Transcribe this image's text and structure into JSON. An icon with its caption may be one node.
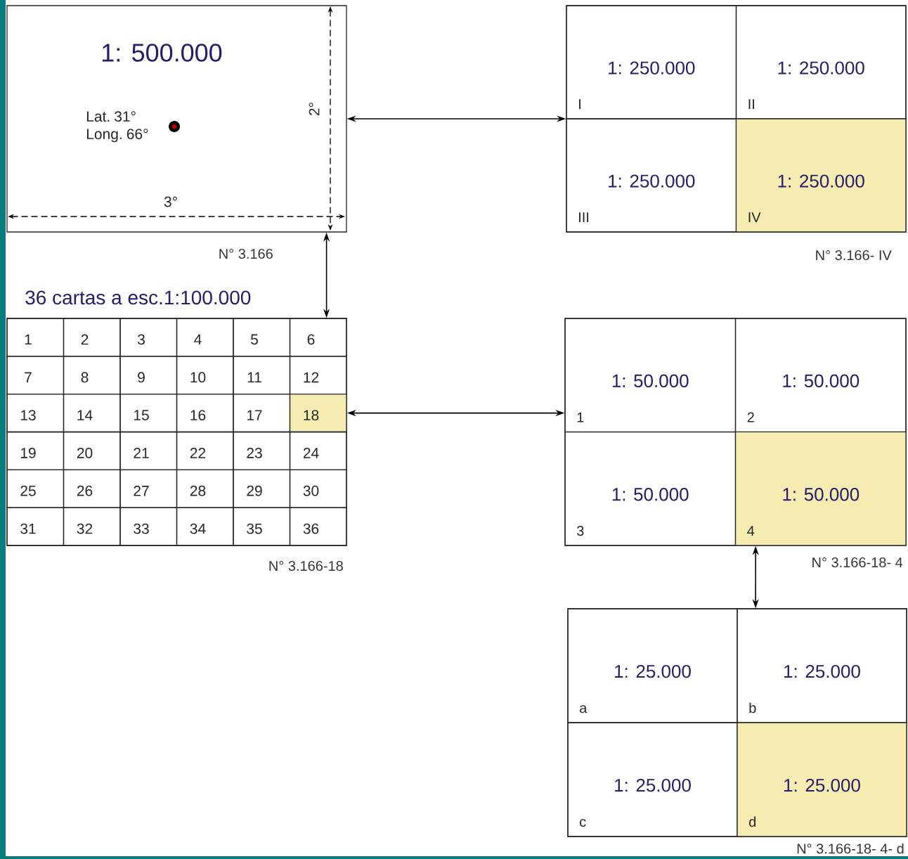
{
  "diagram": {
    "nodes": [
      {
        "text": [
          "1: 500.000",
          "Lat. 31° Long. 66°"
        ],
        "beside": [
          "N° 3.166"
        ]
      },
      {
        "text": [],
        "shape": "box",
        "beside": [
          "N° 3.166- IV"
        ]
      },
      {
        "text": [
          "1: 250.000",
          "I"
        ],
        "in": 1
      },
      {
        "text": [
          "1: 250.000",
          "II"
        ],
        "in": 1
      },
      {
        "text": [
          "1: 250.000",
          "III"
        ],
        "in": 1
      },
      {
        "text": [
          "1: 250.000",
          "IV"
        ],
        "in": 1
      },
      {
        "text": [
          "36 cartas a esc.1:100.000"
        ],
        "beside": [
          "N° 3.166-18"
        ]
      },
      {
        "text": [
          "1"
        ],
        "in": 6
      },
      {
        "text": [
          "2"
        ],
        "in": 6
      },
      {
        "text": [
          "3"
        ],
        "in": 6
      },
      {
        "text": [
          "4"
        ],
        "in": 6
      },
      {
        "text": [
          "5"
        ],
        "in": 6
      },
      {
        "text": [
          "6"
        ],
        "in": 6
      },
      {
        "text": [
          "7"
        ],
        "in": 6
      },
      {
        "text": [
          "8"
        ],
        "in": 6
      },
      {
        "text": [
          "9"
        ],
        "in": 6
      },
      {
        "text": [
          "10"
        ],
        "in": 6
      },
      {
        "text": [
          "11"
        ],
        "in": 6
      },
      {
        "text": [
          "12"
        ],
        "in": 6
      },
      {
        "text": [
          "13"
        ],
        "in": 6
      },
      {
        "text": [
          "14"
        ],
        "in": 6
      },
      {
        "text": [
          "15"
        ],
        "in": 6
      },
      {
        "text": [
          "16"
        ],
        "in": 6
      },
      {
        "text": [
          "17"
        ],
        "in": 6
      },
      {
        "text": [
          "18"
        ],
        "in": 6
      },
      {
        "text": [
          "19"
        ],
        "in": 6
      },
      {
        "text": [
          "20"
        ],
        "in": 6
      },
      {
        "text": [
          "21"
        ],
        "in": 6
      },
      {
        "text": [
          "22"
        ],
        "in": 6
      },
      {
        "text": [
          "23"
        ],
        "in": 6
      },
      {
        "text": [
          "24"
        ],
        "in": 6
      },
      {
        "text": [
          "25"
        ],
        "in": 6
      },
      {
        "text": [
          "26"
        ],
        "in": 6
      },
      {
        "text": [
          "27"
        ],
        "in": 6
      },
      {
        "text": [
          "28"
        ],
        "in": 6
      },
      {
        "text": [
          "29"
        ],
        "in": 6
      },
      {
        "text": [
          "30"
        ],
        "in": 6
      },
      {
        "text": [
          "31"
        ],
        "in": 6
      },
      {
        "text": [
          "32"
        ],
        "in": 6
      },
      {
        "text": [
          "33"
        ],
        "in": 6
      },
      {
        "text": [
          "34"
        ],
        "in": 6
      },
      {
        "text": [
          "35"
        ],
        "in": 6
      },
      {
        "text": [
          "36"
        ],
        "in": 6
      },
      {
        "text": [],
        "shape": "box",
        "beside": [
          "N° 3.166-18- 4"
        ]
      },
      {
        "text": [
          "1: 50.000",
          "1"
        ],
        "in": 43
      },
      {
        "text": [
          "1: 50.000",
          "2"
        ],
        "in": 43
      },
      {
        "text": [
          "1: 50.000",
          "3"
        ],
        "in": 43
      },
      {
        "text": [
          "1: 50.000",
          "4"
        ],
        "in": 43
      },
      {
        "text": [],
        "shape": "box",
        "beside": [
          "N° 3.166-18- 4- d"
        ]
      },
      {
        "text": [
          "1: 25.000",
          "a"
        ],
        "in": 48
      },
      {
        "text": [
          "1: 25.000",
          "b"
        ],
        "in": 48
      },
      {
        "text": [
          "1: 25.000",
          "c"
        ],
        "in": 48
      },
      {
        "text": [
          "1: 25.000",
          "d"
        ],
        "in": 48
      }
    ],
    "edges": [
      {
        "from": 0,
        "to": 1,
        "arrow": "both"
      },
      {
        "from": 0,
        "to": 6,
        "arrow": "both"
      },
      {
        "from": 24,
        "to": 43,
        "arrow": "both"
      },
      {
        "from": 43,
        "to": 48,
        "arrow": "both"
      }
    ],
    "labels": [
      "3°",
      "2°"
    ]
  }
}
